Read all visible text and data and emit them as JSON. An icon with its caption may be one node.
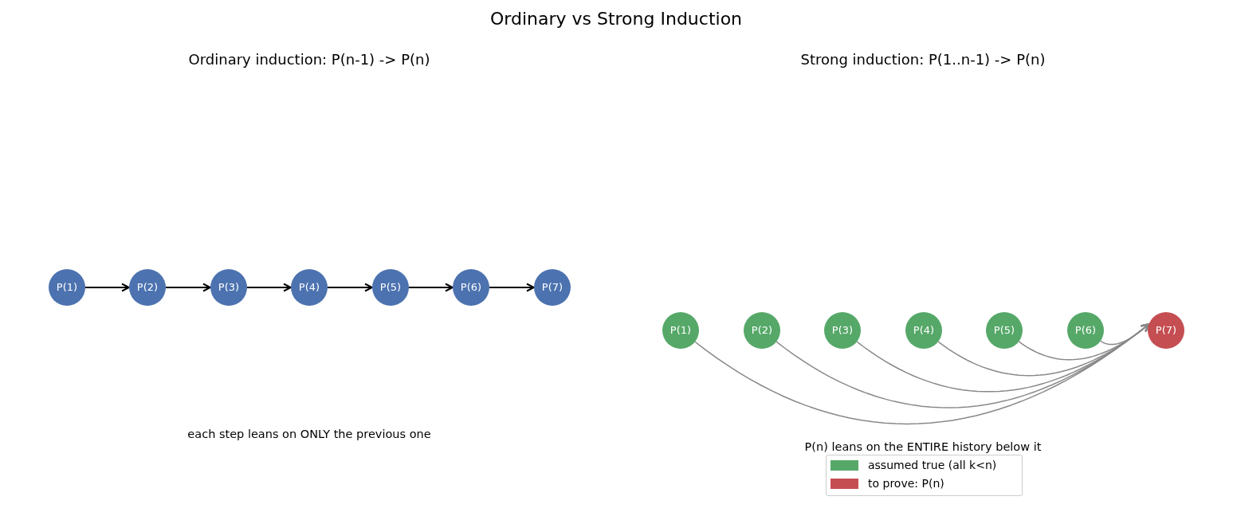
{
  "diagram": {
    "title": "Ordinary vs Strong Induction",
    "nodes": [
      {
        "text": [
          "P(1)"
        ]
      },
      {
        "text": [
          "P(2)"
        ]
      },
      {
        "text": [
          "P(3)"
        ]
      },
      {
        "text": [
          "P(4)"
        ]
      },
      {
        "text": [
          "P(5)"
        ]
      },
      {
        "text": [
          "P(6)"
        ]
      },
      {
        "text": [
          "P(7)"
        ]
      },
      {
        "text": [
          "P(1)"
        ]
      },
      {
        "text": [
          "P(2)"
        ]
      },
      {
        "text": [
          "P(3)"
        ]
      },
      {
        "text": [
          "P(4)"
        ]
      },
      {
        "text": [
          "P(5)"
        ]
      },
      {
        "text": [
          "P(6)"
        ]
      },
      {
        "text": [
          "P(7)"
        ]
      }
    ],
    "edges": [
      {
        "from": 0,
        "to": 1,
        "arrow": "to"
      },
      {
        "from": 1,
        "to": 2,
        "arrow": "to"
      },
      {
        "from": 2,
        "to": 3,
        "arrow": "to"
      },
      {
        "from": 3,
        "to": 4,
        "arrow": "to"
      },
      {
        "from": 4,
        "to": 5,
        "arrow": "to"
      },
      {
        "from": 5,
        "to": 6,
        "arrow": "to"
      },
      {
        "from": 7,
        "to": 13,
        "arrow": "to",
        "color": "#888888"
      },
      {
        "from": 8,
        "to": 13,
        "arrow": "to",
        "color": "#888888"
      },
      {
        "from": 9,
        "to": 13,
        "arrow": "to",
        "color": "#888888"
      },
      {
        "from": 10,
        "to": 13,
        "arrow": "to",
        "color": "#888888"
      },
      {
        "from": 11,
        "to": 13,
        "arrow": "to",
        "color": "#888888"
      },
      {
        "from": 12,
        "to": 13,
        "arrow": "to",
        "color": "#888888"
      }
    ],
    "labels": [
      "Ordinary induction: P(n-1) -> P(n)",
      "Strong induction: P(1..n-1) -> P(n)",
      "each step leans on ONLY the previous one",
      "P(n) leans on the ENTIRE history below it"
    ],
    "legend": [
      {
        "text": "assumed true (all k<n)",
        "color": "#55a868"
      },
      {
        "text": "to prove: P(n)",
        "color": "#c44e52"
      }
    ]
  }
}
